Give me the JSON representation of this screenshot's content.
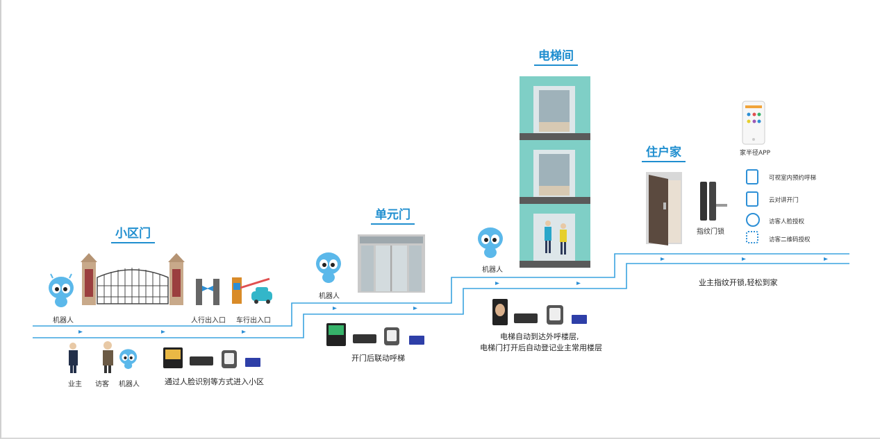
{
  "sections": {
    "community_gate": "小区门",
    "unit_door": "单元门",
    "elevator_room": "电梯间",
    "residence": "住户家"
  },
  "labels": {
    "robot_gate": "机器人",
    "pedestrian_entrance": "人行出入口",
    "vehicle_entrance": "车行出入口",
    "owner": "业主",
    "visitor": "访客",
    "robot_people": "机器人",
    "robot_unit": "机器人",
    "robot_elevator": "机器人",
    "fingerprint_lock": "指纹门锁",
    "app_name": "家半径APP"
  },
  "captions": {
    "gate": "通过人脸识别等方式进入小区",
    "unit": "开门后联动呼梯",
    "elevator_line1": "电梯自动到达外呼楼层,",
    "elevator_line2": "电梯门打开后自动登记业主常用楼层",
    "home": "业主指纹开锁,轻松到家"
  },
  "app_features": [
    {
      "icon": "video-intercom-icon",
      "label": "可视室内预约呼梯"
    },
    {
      "icon": "cloud-intercom-icon",
      "label": "云对讲开门"
    },
    {
      "icon": "face-auth-icon",
      "label": "访客人脸授权"
    },
    {
      "icon": "qr-code-icon",
      "label": "访客二维码授权"
    }
  ],
  "colors": {
    "accent": "#1f8ecf",
    "path_line": "#3aa3df",
    "arrow": "#2d8fd5",
    "elevator_frame": "#7fcfc6",
    "floor_slab": "#5a5a5a"
  }
}
